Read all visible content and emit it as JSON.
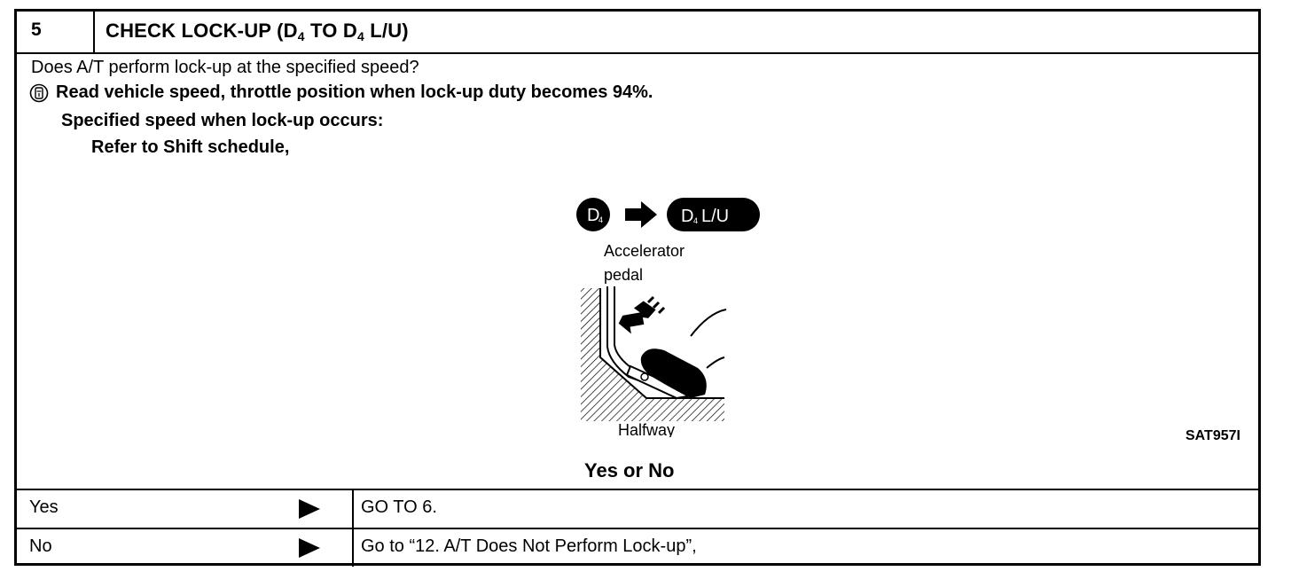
{
  "step": {
    "number": "5",
    "title_main": "CHECK LOCK-UP (D",
    "title_sub1": "4",
    "title_mid": " TO D",
    "title_sub2": "4",
    "title_end": " L/U)"
  },
  "body": {
    "question": "Does A/T perform lock-up at the specified speed?",
    "instruction": "Read vehicle speed, throttle position when lock-up duty becomes 94%.",
    "spec_label": "Specified speed when lock-up occurs:",
    "reference": "Refer to Shift schedule,"
  },
  "figure": {
    "badge_from": "D",
    "badge_from_sub": "4",
    "badge_to": "D",
    "badge_to_sub": "4",
    "badge_to_suffix": " L/U",
    "label_accel_1": "Accelerator",
    "label_accel_2": "pedal",
    "label_halfway": "Halfway",
    "code": "SAT957I"
  },
  "result": {
    "prompt": "Yes or No",
    "rows": [
      {
        "answer": "Yes",
        "action": "GO TO 6."
      },
      {
        "answer": "No",
        "action": "Go to “12. A/T Does Not Perform Lock-up”,"
      }
    ]
  }
}
